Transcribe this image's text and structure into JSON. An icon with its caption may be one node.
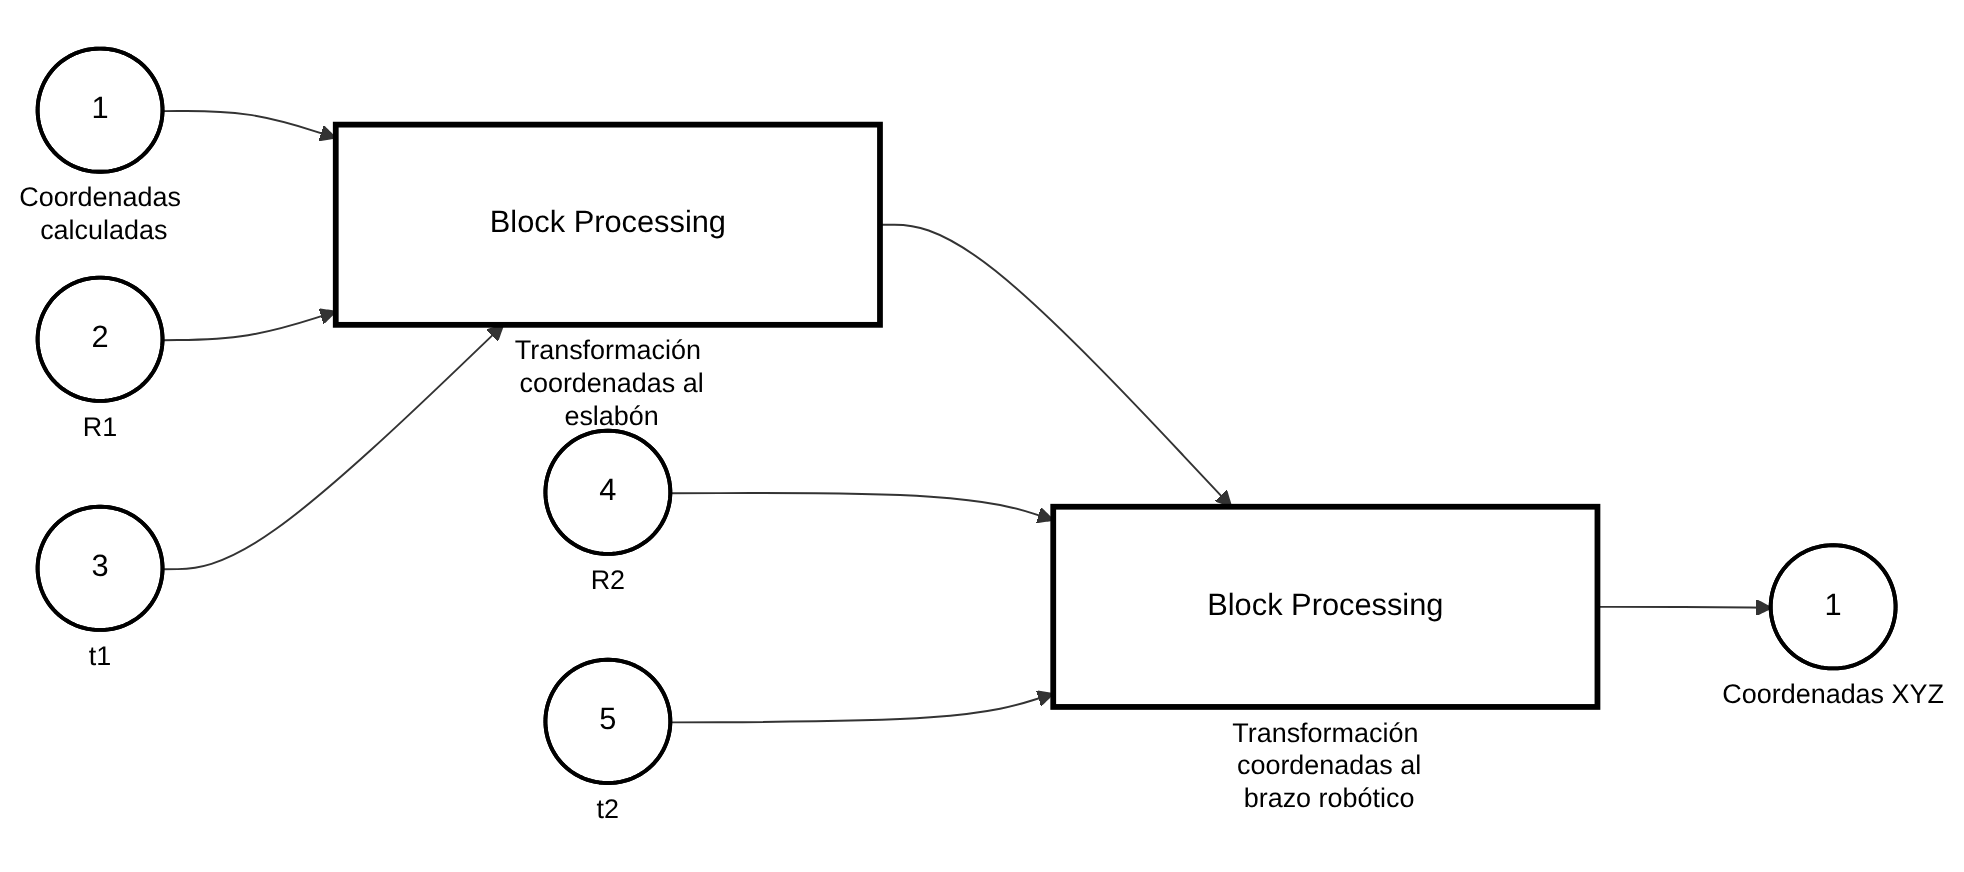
{
  "diagram": {
    "nodes": [
      {
        "text": [
          "1"
        ],
        "beside": [
          "Coordenadas calculadas"
        ]
      },
      {
        "text": [
          "2"
        ],
        "beside": [
          "R1"
        ]
      },
      {
        "text": [
          "3"
        ],
        "beside": [
          "t1"
        ]
      },
      {
        "text": [
          "Block Processing"
        ],
        "beside": [
          "Transformación coordenadas al eslabón"
        ]
      },
      {
        "text": [
          "4"
        ],
        "beside": [
          "R2"
        ]
      },
      {
        "text": [
          "5"
        ],
        "beside": [
          "t2"
        ]
      },
      {
        "text": [
          "Block Processing"
        ],
        "beside": [
          "Transformación coordenadas al brazo robótico"
        ]
      },
      {
        "text": [
          "1"
        ],
        "beside": [
          "Coordenadas XYZ"
        ]
      }
    ],
    "edges": [
      {
        "from": 0,
        "to": 3,
        "arrow": "to"
      },
      {
        "from": 1,
        "to": 3,
        "arrow": "to"
      },
      {
        "from": 2,
        "to": 3,
        "arrow": "to"
      },
      {
        "from": 3,
        "to": 6,
        "arrow": "to"
      },
      {
        "from": 4,
        "to": 6,
        "arrow": "to"
      },
      {
        "from": 5,
        "to": 6,
        "arrow": "to"
      },
      {
        "from": 6,
        "to": 7,
        "arrow": "to"
      }
    ]
  }
}
